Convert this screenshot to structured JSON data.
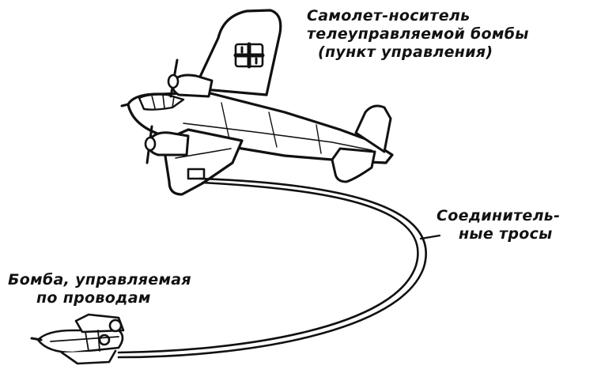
{
  "labels": {
    "carrier_aircraft": [
      "Самолет-носитель",
      "телеуправляемой бомбы",
      "(пункт управления)"
    ],
    "connecting_cables": [
      "Соединитель-",
      "ные тросы"
    ],
    "guided_bomb": [
      "Бомба, управляемая",
      "по проводам"
    ]
  },
  "colors": {
    "ink": "#111111",
    "background": "#ffffff"
  }
}
